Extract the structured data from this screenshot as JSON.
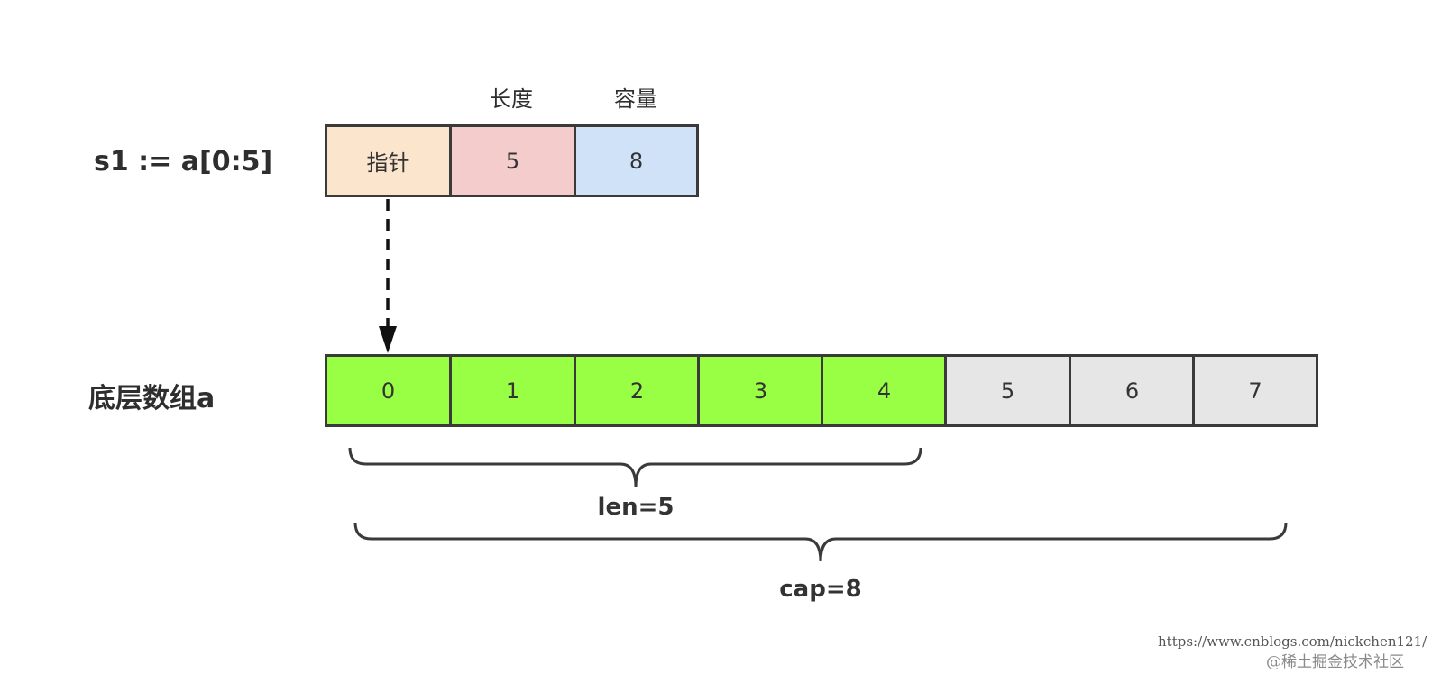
{
  "slice": {
    "label": "s1 := a[0:5]",
    "headers": {
      "length": "长度",
      "capacity": "容量"
    },
    "cells": [
      {
        "text": "指针",
        "color": "#fbe5cd"
      },
      {
        "text": "5",
        "color": "#f4cccc"
      },
      {
        "text": "8",
        "color": "#cfe2f8"
      }
    ]
  },
  "array": {
    "label": "底层数组a",
    "cells": [
      "0",
      "1",
      "2",
      "3",
      "4",
      "5",
      "6",
      "7"
    ],
    "in_slice_count": 5,
    "in_slice_color": "#99ff44",
    "out_slice_color": "#e6e6e6"
  },
  "braces": {
    "len_label": "len=5",
    "cap_label": "cap=8"
  },
  "watermark": {
    "url": "https://www.cnblogs.com/nickchen121/",
    "site": "@稀土掘金技术社区"
  },
  "colors": {
    "border": "#3a3a3a",
    "arrow": "#111111",
    "brace": "#3a3a3a"
  }
}
